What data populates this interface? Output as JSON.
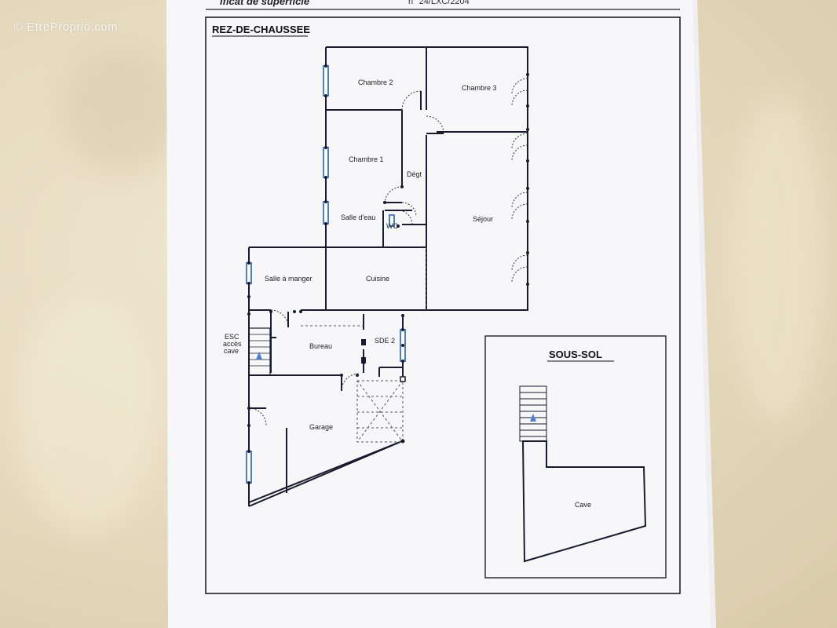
{
  "watermark": "© EtreProprio.com",
  "header": {
    "cert_text": "ificat de superficie",
    "cert_number": "n° 24/LXC/2204"
  },
  "ground_floor": {
    "title": "REZ-DE-CHAUSSEE",
    "rooms": {
      "chambre2": "Chambre 2",
      "chambre3": "Chambre 3",
      "chambre1": "Chambre 1",
      "degt": "Dégt",
      "salle_eau": "Salle d'eau",
      "wc": "WC",
      "sejour": "Séjour",
      "salle_manger": "Salle à manger",
      "cuisine": "Cuisine",
      "bureau": "Bureau",
      "sde2": "SDE 2",
      "garage": "Garage",
      "esc_line1": "ESC",
      "esc_line2": "accès",
      "esc_line3": "cave"
    }
  },
  "basement": {
    "title": "SOUS-SOL",
    "rooms": {
      "cave": "Cave"
    }
  },
  "colors": {
    "wall": "#1a1a2e",
    "window": "#4a7fd1",
    "paper": "#f7f7f9",
    "dashed": "#555555"
  }
}
